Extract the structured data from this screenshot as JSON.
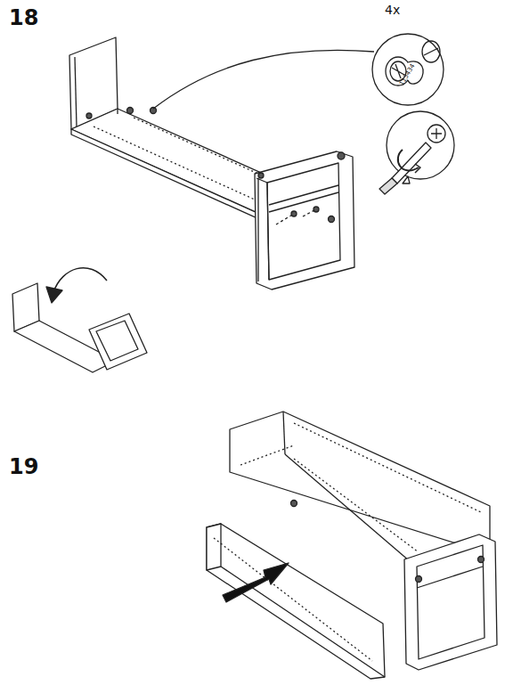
{
  "diagram": {
    "labels": [
      "18",
      "4x",
      "113434",
      "19"
    ]
  }
}
